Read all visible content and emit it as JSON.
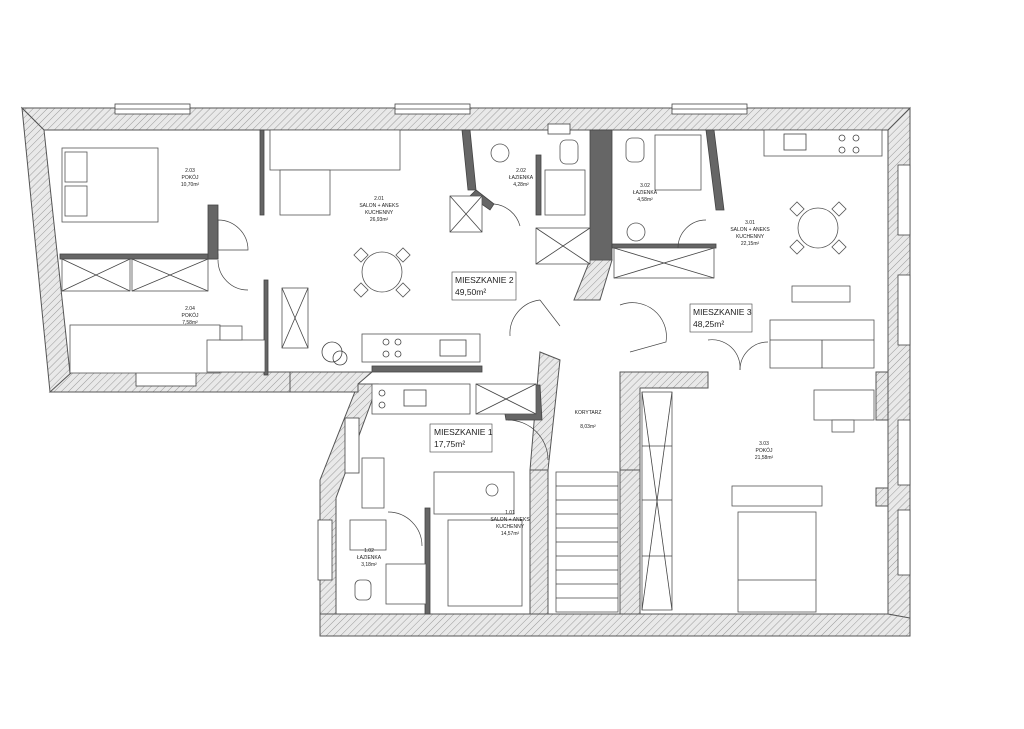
{
  "apartments": [
    {
      "id": "m1",
      "name": "MIESZKANIE 1",
      "area": "17,75m²"
    },
    {
      "id": "m2",
      "name": "MIESZKANIE 2",
      "area": "49,50m²"
    },
    {
      "id": "m3",
      "name": "MIESZKANIE 3",
      "area": "48,25m²"
    }
  ],
  "rooms": [
    {
      "number": "2.03",
      "name": "POKÓJ",
      "area": "10,70m²"
    },
    {
      "number": "2.01",
      "name": "SALON + ANEKS",
      "name2": "KUCHENNY",
      "area": "26,93m²"
    },
    {
      "number": "2.02",
      "name": "ŁAZIENKA",
      "area": "4,28m²"
    },
    {
      "number": "3.02",
      "name": "ŁAZIENKA",
      "area": "4,58m²"
    },
    {
      "number": "3.01",
      "name": "SALON + ANEKS",
      "name2": "KUCHENNY",
      "area": "22,15m²"
    },
    {
      "number": "2.04",
      "name": "POKÓJ",
      "area": "7,58m²"
    },
    {
      "number": "KORYTARZ",
      "area": "8,03m²"
    },
    {
      "number": "3.03",
      "name": "POKÓJ",
      "area": "21,58m²"
    },
    {
      "number": "1.01",
      "name": "SALON + ANEKS",
      "name2": "KUCHENNY",
      "area": "14,57m²"
    },
    {
      "number": "1.02",
      "name": "ŁAZIENKA",
      "area": "3,18m²"
    }
  ]
}
